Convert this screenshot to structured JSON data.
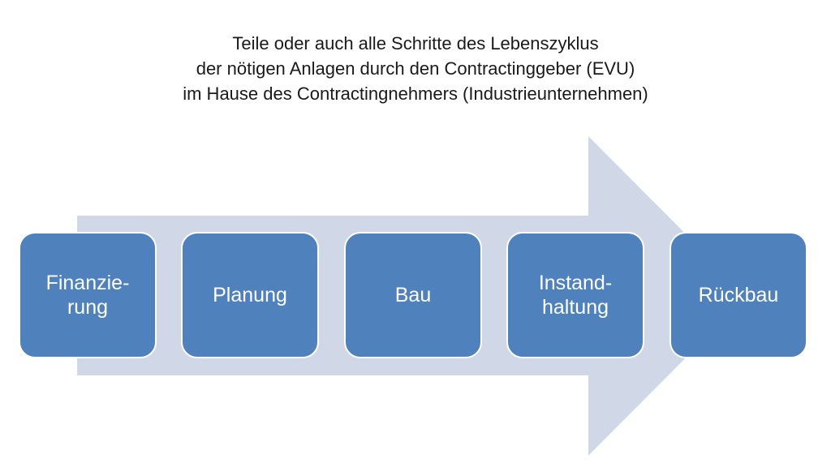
{
  "title": {
    "line1": "Teile oder auch alle Schritte des Lebenszyklus",
    "line2": "der nötigen Anlagen durch den Contractinggeber (EVU)",
    "line3": "im Hause des Contractingnehmers (Industrieunternehmen)"
  },
  "steps": [
    {
      "label": "Finanzie-\nrung"
    },
    {
      "label": "Planung"
    },
    {
      "label": "Bau"
    },
    {
      "label": "Instand-\nhaltung"
    },
    {
      "label": "Rückbau"
    }
  ],
  "colors": {
    "arrow": "#d0d8e7",
    "box": "#4f81bd",
    "box_border": "#ffffff",
    "text": "#1a1a1a"
  }
}
